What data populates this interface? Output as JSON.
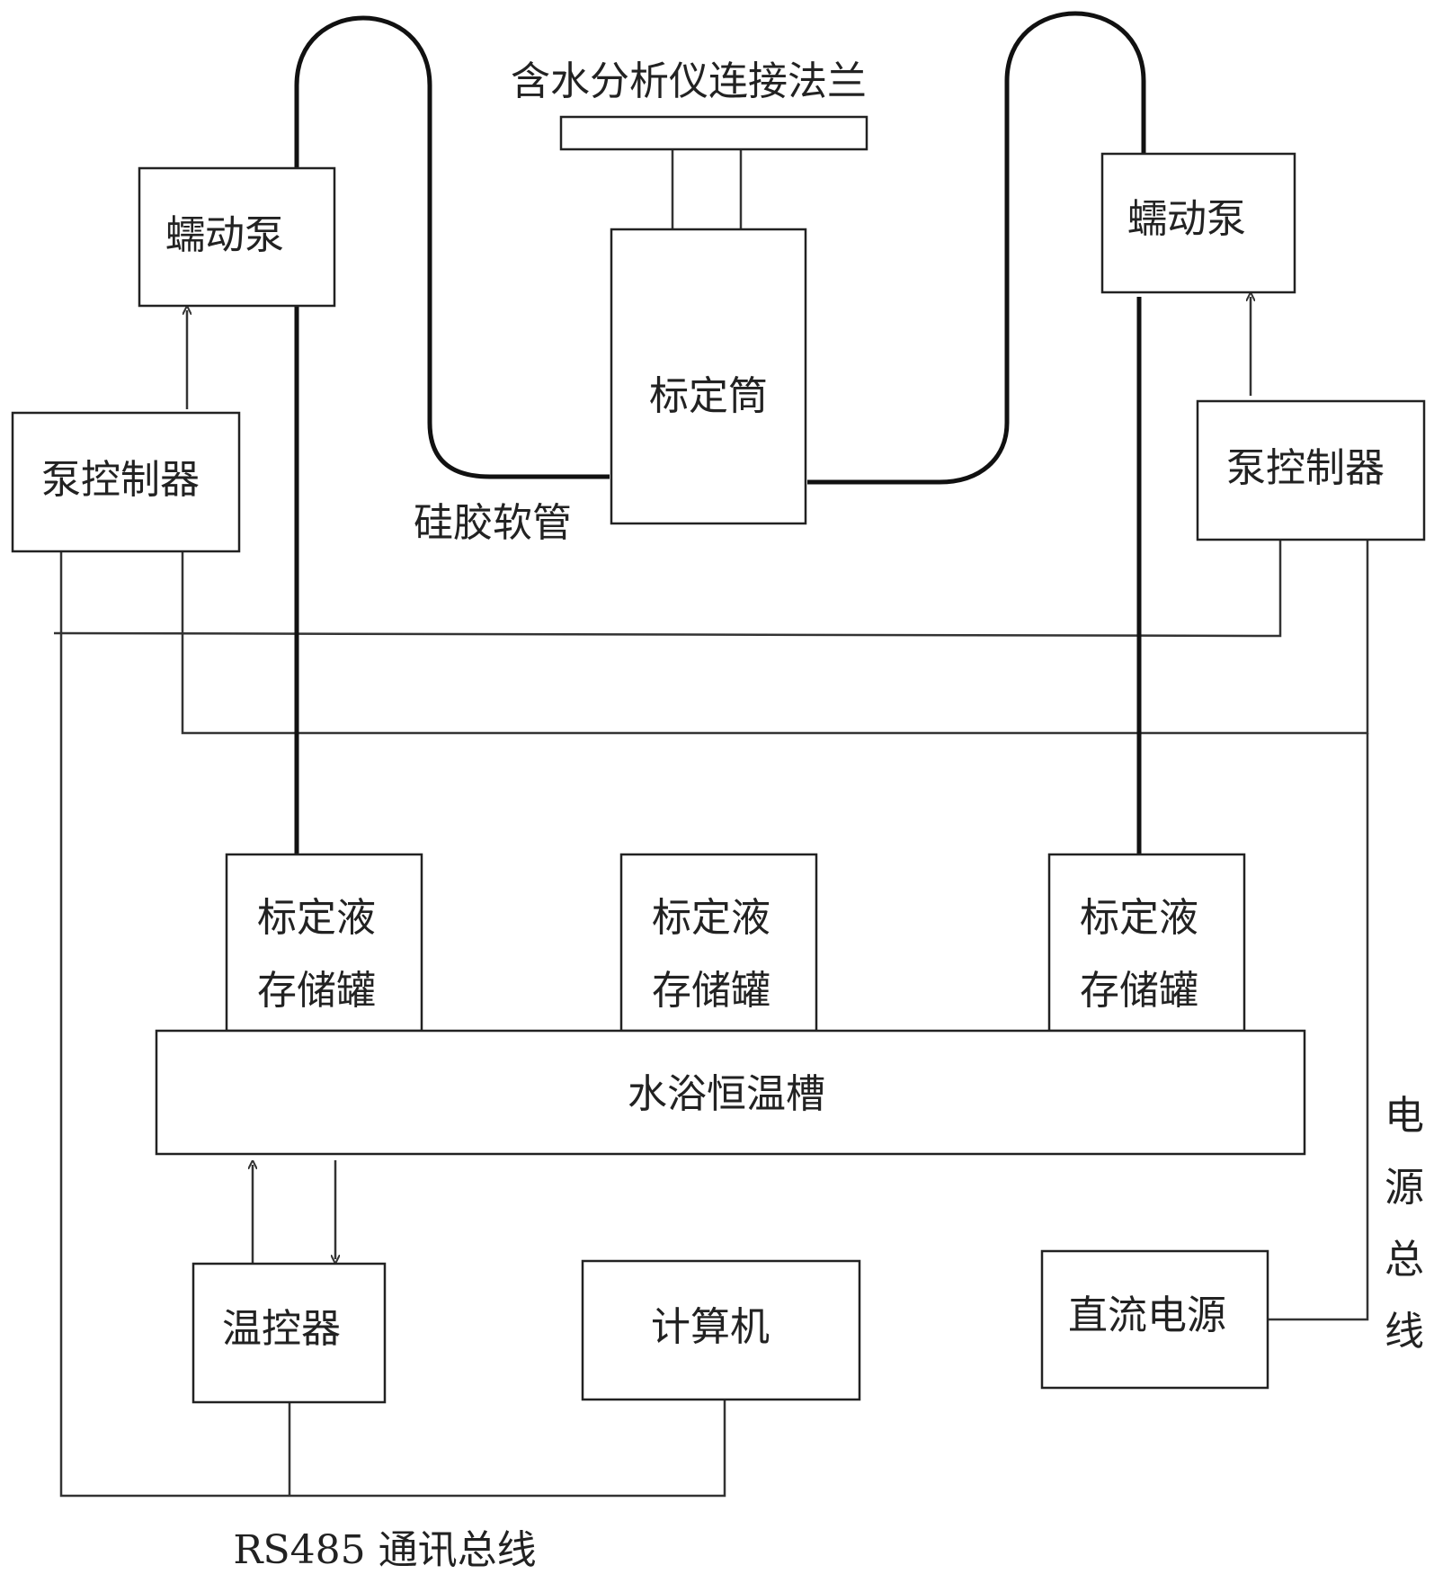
{
  "labels": {
    "flange": "含水分析仪连接法兰",
    "calib_cylinder": "标定筒",
    "silicone_hose": "硅胶软管",
    "left_pump": "蠕动泵",
    "right_pump": "蠕动泵",
    "left_pump_controller": "泵控制器",
    "right_pump_controller": "泵控制器",
    "tank_line1": "标定液",
    "tank_line2": "存储罐",
    "water_bath": "水浴恒温槽",
    "thermostat": "温控器",
    "computer": "计算机",
    "dc_power": "直流电源",
    "power_bus_chars": [
      "电",
      "源",
      "总",
      "线"
    ],
    "rs485_bus": "RS485 通讯总线"
  }
}
